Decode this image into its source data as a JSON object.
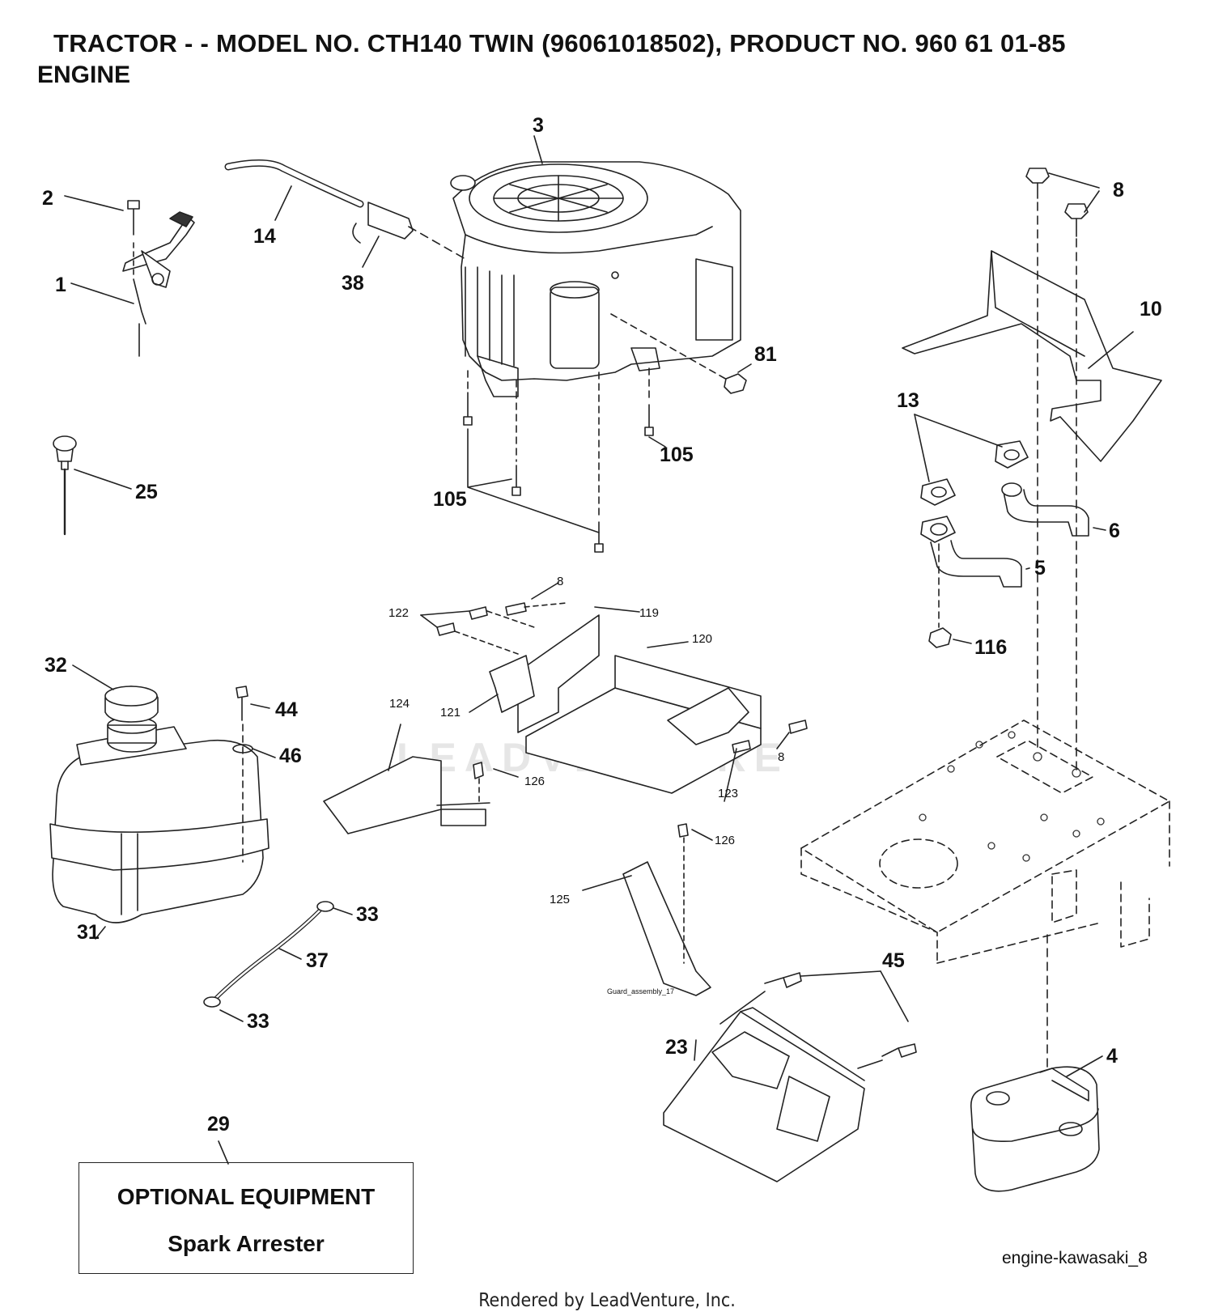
{
  "header": {
    "title": "TRACTOR - - MODEL NO. CTH140 TWIN (96061018502), PRODUCT NO. 960 61 01-85",
    "subtitle": "ENGINE"
  },
  "watermark": "LEADVENTURE",
  "callouts": {
    "c1": "1",
    "c2": "2",
    "c3": "3",
    "c4": "4",
    "c5": "5",
    "c6": "6",
    "c8a": "8",
    "c8b": "8",
    "c8c": "8",
    "c10": "10",
    "c13": "13",
    "c14": "14",
    "c23": "23",
    "c25": "25",
    "c29": "29",
    "c31": "31",
    "c32": "32",
    "c33a": "33",
    "c33b": "33",
    "c37": "37",
    "c38": "38",
    "c44": "44",
    "c45": "45",
    "c46": "46",
    "c81": "81",
    "c105a": "105",
    "c105b": "105",
    "c116": "116",
    "c119": "119",
    "c120": "120",
    "c121": "121",
    "c122": "122",
    "c123": "123",
    "c124": "124",
    "c125": "125",
    "c126a": "126",
    "c126b": "126"
  },
  "guard_label": "Guard_assembly_17",
  "optional": {
    "line1": "OPTIONAL EQUIPMENT",
    "line2": "Spark Arrester"
  },
  "diagram_code": "engine-kawasaki_8",
  "footer": "Rendered by LeadVenture, Inc."
}
